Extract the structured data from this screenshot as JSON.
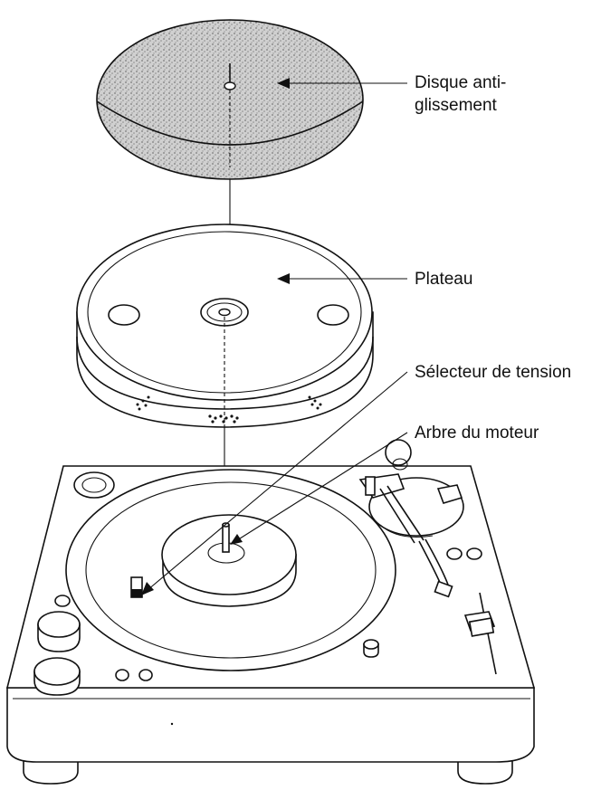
{
  "labels": {
    "mat_line1": "Disque anti-",
    "mat_line2": "glissement",
    "platter": "Plateau",
    "voltage_selector": "Sélecteur de tension",
    "motor_shaft": "Arbre du moteur"
  },
  "colors": {
    "ink": "#111111",
    "mat_fill": "#c9c9c9",
    "background": "#ffffff"
  }
}
